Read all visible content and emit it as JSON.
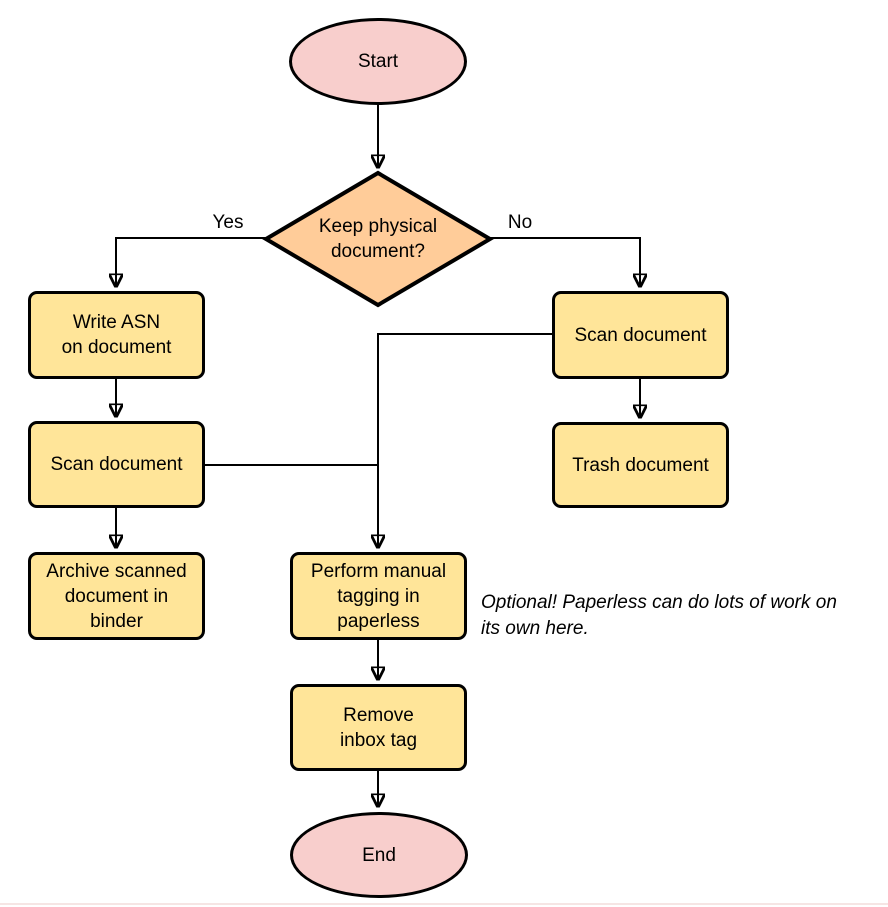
{
  "diagram_type": "flowchart",
  "colors": {
    "terminator_fill": "#F8CECC",
    "process_fill": "#FFE599",
    "decision_fill": "#FFCC99",
    "stroke": "#000000",
    "text": "#000000",
    "bottom_line": "#F6E5E4"
  },
  "nodes": {
    "start": {
      "type": "terminator",
      "label": "Start"
    },
    "decision": {
      "type": "decision",
      "label": "Keep physical\ndocument?"
    },
    "write_asn": {
      "type": "process",
      "label": "Write ASN\non document"
    },
    "scan_left": {
      "type": "process",
      "label": "Scan document"
    },
    "archive": {
      "type": "process",
      "label": "Archive scanned\ndocument in\nbinder"
    },
    "scan_right": {
      "type": "process",
      "label": "Scan document"
    },
    "trash": {
      "type": "process",
      "label": "Trash document"
    },
    "tagging": {
      "type": "process",
      "label": "Perform manual\ntagging in\npaperless"
    },
    "remove_inbox": {
      "type": "process",
      "label": "Remove\ninbox tag"
    },
    "end": {
      "type": "terminator",
      "label": "End"
    }
  },
  "edge_labels": {
    "yes": "Yes",
    "no": "No"
  },
  "edges": [
    {
      "from": "Start",
      "to": "Keep physical document?"
    },
    {
      "from": "Keep physical document?",
      "to": "Write ASN on document",
      "label": "Yes"
    },
    {
      "from": "Keep physical document?",
      "to": "Scan document (right)",
      "label": "No"
    },
    {
      "from": "Write ASN on document",
      "to": "Scan document (left)"
    },
    {
      "from": "Scan document (left)",
      "to": "Archive scanned document in binder"
    },
    {
      "from": "Scan document (left)",
      "to": "Perform manual tagging in paperless"
    },
    {
      "from": "Scan document (right)",
      "to": "Trash document"
    },
    {
      "from": "Scan document (right)",
      "to": "Perform manual tagging in paperless"
    },
    {
      "from": "Perform manual tagging in paperless",
      "to": "Remove inbox tag"
    },
    {
      "from": "Remove inbox tag",
      "to": "End"
    }
  ],
  "annotation": {
    "text": "Optional! Paperless can do lots of work on\nits own here."
  }
}
